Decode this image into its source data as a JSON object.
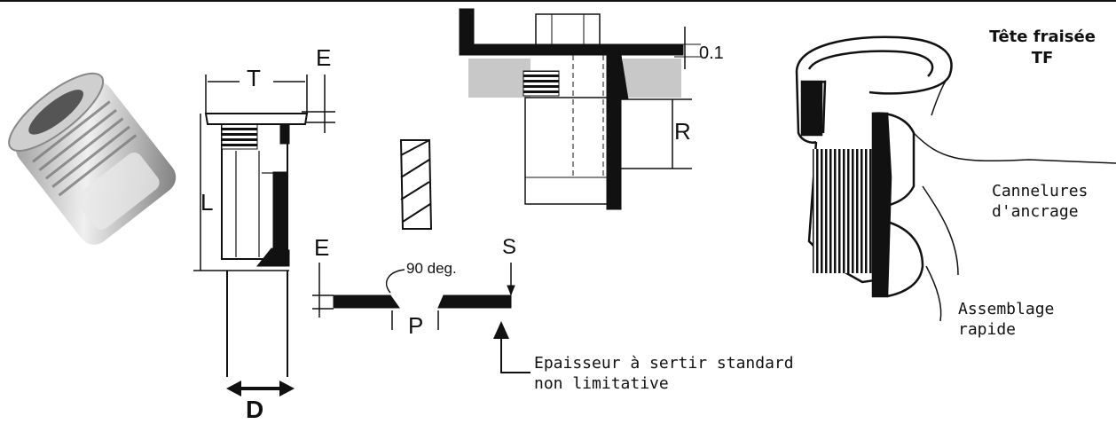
{
  "labels": {
    "dim_T": "T",
    "dim_E_top": "E",
    "dim_L": "L",
    "dim_D": "D",
    "dim_E_bottom": "E",
    "dim_S": "S",
    "dim_P": "P",
    "dim_R": "R",
    "dim_01": "0.1",
    "angle": "90 deg.",
    "epaisseur_line1": "Epaisseur à sertir standard",
    "epaisseur_line2": "non limitative",
    "title_line1": "Tête fraisée",
    "title_line2": "TF",
    "cannelures_line1": "Cannelures",
    "cannelures_line2": "d'ancrage",
    "assemblage_line1": "Assemblage",
    "assemblage_line2": "rapide"
  },
  "colors": {
    "ink": "#111111",
    "metal_light": "#d9d9d9",
    "metal_mid": "#a8a8a8",
    "metal_dark": "#6e6e6e",
    "background": "#ffffff"
  }
}
